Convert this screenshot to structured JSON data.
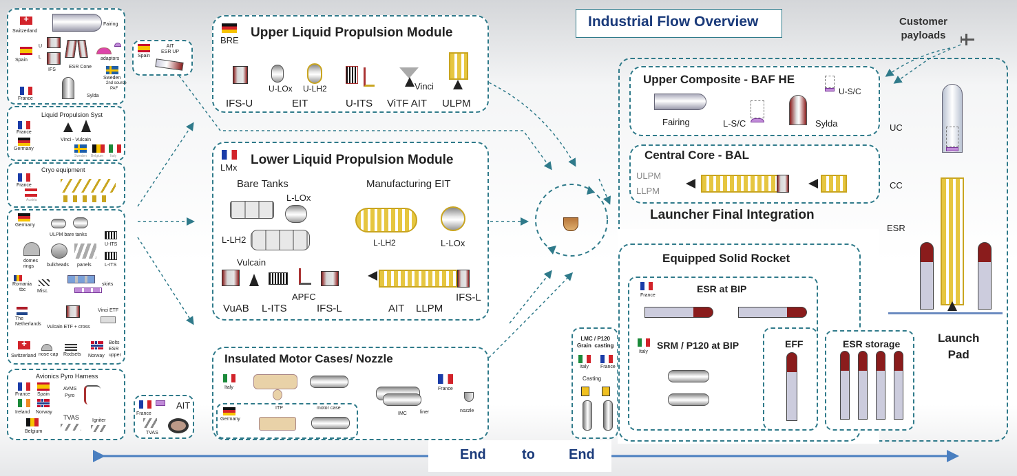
{
  "title": "Industrial Flow Overview",
  "customer_payloads": "Customer payloads",
  "suppliers": {
    "fairing_panel": {
      "switzerland": "Switzerland",
      "fairing": "Fairing",
      "spain": "Spain",
      "u": "U",
      "l": "L",
      "ifs": "IFS",
      "esr_cone": "ESR Cone",
      "adaptors": "adaptors",
      "sweden": "Sweden",
      "source": "2nd source",
      "paf": "PAF",
      "france": "France",
      "sylda": "Sylda"
    },
    "liquid_prop": {
      "title": "Liquid Propulsion Syst",
      "france": "France",
      "germany": "Germany",
      "vinci_vulcain": "Vinci - Vulcain",
      "sweden": "Sweden",
      "belgium": "Belgium",
      "italy": "Italy"
    },
    "cryo": {
      "title": "Cryo equipment",
      "france": "France",
      "austria": "Austria"
    },
    "structures": {
      "germany": "Germany",
      "ulpm_bare_tanks": "ULPM  bare  tanks",
      "u_its": "U-ITS",
      "l_its": "L-ITS",
      "domes_rings": "domes\nrings",
      "bulkheads": "bulkheads",
      "panels": "panels",
      "romania": "Romania",
      "tbc": "tbc",
      "misc": "Misc.",
      "skirts": "skirts",
      "netherlands": "The\nNetherlands",
      "vulcain_etf_cross": "Vulcain   ETF   + cross",
      "vinci_etf": "Vinci ETF",
      "switzerland": "Switzerland",
      "nose_cap": "nose  cap",
      "rodsets": "Rodsets",
      "norway": "Norway",
      "bolts": "Bolts\nESR\nupper"
    },
    "avionics": {
      "title": "Avionics Pyro Harness",
      "france": "France",
      "spain": "Spain",
      "ireland": "Ireland",
      "norway": "Norway",
      "belgium": "Belgium",
      "avms": "AVMS",
      "pyro": "Pyro",
      "tvas": "TVAS",
      "igniter": "Igniter"
    }
  },
  "esr_up": {
    "spain": "Spain",
    "ait": "AIT\nESR UP"
  },
  "ait_small": {
    "france": "France",
    "ait": "AIT",
    "tvas": "TVAS"
  },
  "ulpm": {
    "title": "Upper Liquid Propulsion Module",
    "company": "BRE",
    "items": [
      "IFS-U",
      "EIT",
      "U-ITS",
      "ViTF  AIT",
      "ULPM"
    ],
    "u_lox": "U-LOx",
    "u_lh2": "U-LH2",
    "vinci": "Vinci"
  },
  "llpm": {
    "title": "Lower Liquid Propulsion Module",
    "company": "LMx",
    "bare_tanks": "Bare Tanks",
    "manufacturing_eit": "Manufacturing  EIT",
    "l_lox": "L-LOx",
    "l_lh2": "L-LH2",
    "m_lh2": "L-LH2",
    "m_lox": "L-LOx",
    "vulcain": "Vulcain",
    "apfc": "APFC",
    "vuab": "VuAB",
    "l_its": "L-ITS",
    "ifs_l": "IFS-L",
    "ait": "AIT",
    "llpm": "LLPM",
    "ifs_l2": "IFS-L"
  },
  "imc": {
    "title": "Insulated Motor Cases/ Nozzle",
    "italy": "Italy",
    "france": "France",
    "germany": "Germany",
    "itp": "ITP",
    "motor_case": "motor  case",
    "imc": "IMC",
    "liner": "liner",
    "nozzle": "nozzle"
  },
  "lmc": {
    "title": "LMC / P120\nGrain  casting",
    "italy": "Italy",
    "france": "France",
    "casting": "Casting"
  },
  "integration": {
    "title": "Launcher Final Integration",
    "upper": {
      "title": "Upper Composite  -  BAF HE",
      "fairing": "Fairing",
      "l_sc": "L-S/C",
      "sylda": "Sylda",
      "u_sc": "U-S/C"
    },
    "core": {
      "title": "Central  Core  -  BAL",
      "ulpm": "ULPM",
      "llpm": "LLPM"
    }
  },
  "esr": {
    "title": "Equipped Solid Rocket",
    "france": "France",
    "esr_bip": "ESR   at BIP",
    "italy": "Italy",
    "srm_bip": "SRM / P120   at BIP",
    "eff": "EFF",
    "storage": "ESR storage"
  },
  "launcher": {
    "uc": "UC",
    "cc": "CC",
    "esr": "ESR",
    "pad": "Launch\nPad"
  },
  "end_to_end": {
    "a": "End",
    "b": "to",
    "c": "End"
  },
  "colors": {
    "dashed_border": "#2f7a8a",
    "title_text": "#1a3a7a",
    "arrow": "#4a7fc0"
  }
}
